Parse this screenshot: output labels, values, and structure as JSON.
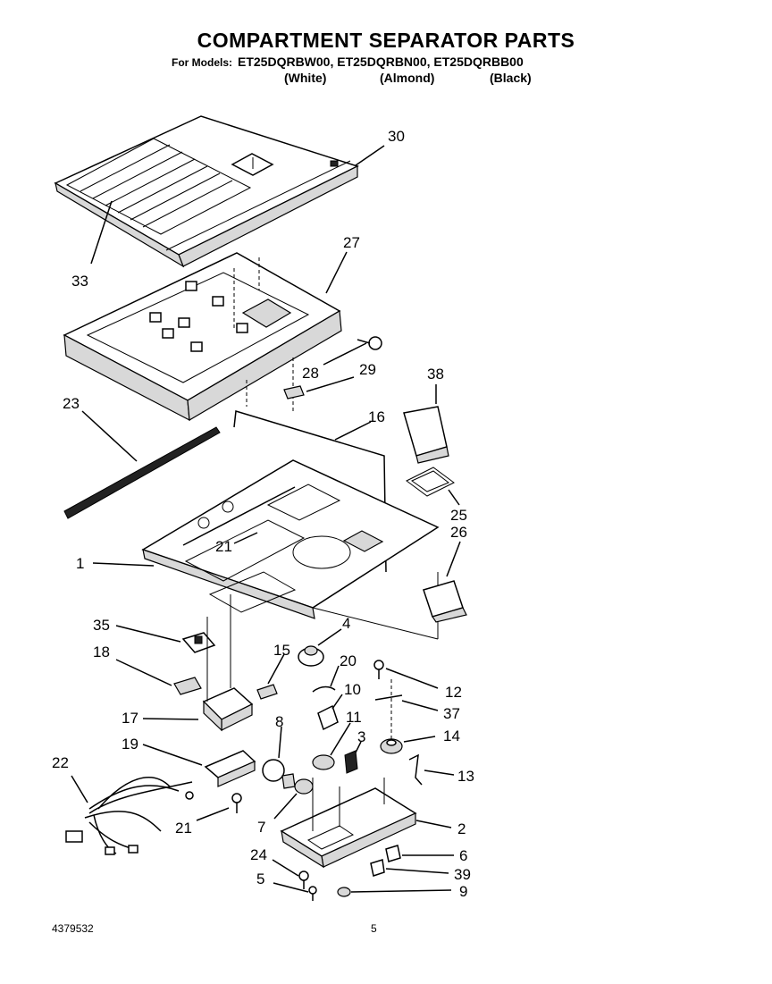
{
  "header": {
    "title": "COMPARTMENT SEPARATOR PARTS",
    "models_label": "For Models:",
    "models": "ET25DQRBW00, ET25DQRBN00, ET25DQRBB00",
    "colors": [
      "(White)",
      "(Almond)",
      "(Black)"
    ]
  },
  "footer": {
    "doc_number": "4379532",
    "page_number": "5"
  },
  "callouts": [
    "30",
    "33",
    "27",
    "28",
    "29",
    "38",
    "23",
    "16",
    "25",
    "26",
    "1",
    "21",
    "35",
    "4",
    "18",
    "15",
    "20",
    "12",
    "10",
    "37",
    "17",
    "8",
    "11",
    "3",
    "14",
    "19",
    "13",
    "22",
    "7",
    "2",
    "21",
    "24",
    "6",
    "39",
    "5",
    "9"
  ]
}
